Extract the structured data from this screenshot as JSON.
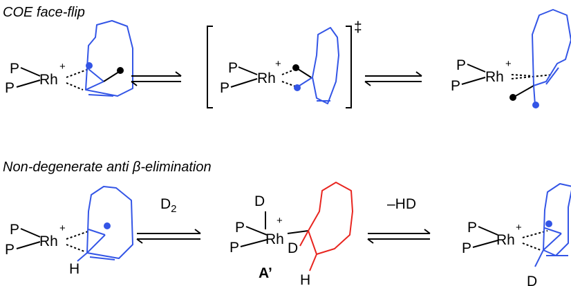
{
  "colors": {
    "ring_blue": "#3355e6",
    "ring_red": "#e8251f",
    "dot_blue": "#3355e6",
    "dot_black": "#000000"
  },
  "section1": {
    "title": "COE face-flip",
    "structures": [
      {
        "p_top": "P",
        "p_bottom": "P",
        "metal": "Rh",
        "charge": "+"
      },
      {
        "p_top": "P",
        "p_bottom": "P",
        "metal": "Rh",
        "charge": "+",
        "bracket_mark": "‡"
      },
      {
        "p_top": "P",
        "p_bottom": "P",
        "metal": "Rh",
        "charge": "+"
      }
    ]
  },
  "section2": {
    "title_prefix": "Non-degenerate anti ",
    "title_symbol": "β",
    "title_suffix": "-elimination",
    "structures": [
      {
        "p_top": "P",
        "p_bottom": "P",
        "metal": "Rh",
        "charge": "+",
        "atom": "H"
      },
      {
        "p_top": "P",
        "p_bottom": "P",
        "metal": "Rh",
        "charge": "+",
        "atom_top": "D",
        "atom_ring_d": "D",
        "atom_ring_h": "H",
        "compound_label": "A’"
      },
      {
        "p_top": "P",
        "p_bottom": "P",
        "metal": "Rh",
        "charge": "+",
        "atom": "D"
      }
    ],
    "arrow1_label": "D",
    "arrow1_subscript": "2",
    "arrow2_label": "–HD"
  }
}
